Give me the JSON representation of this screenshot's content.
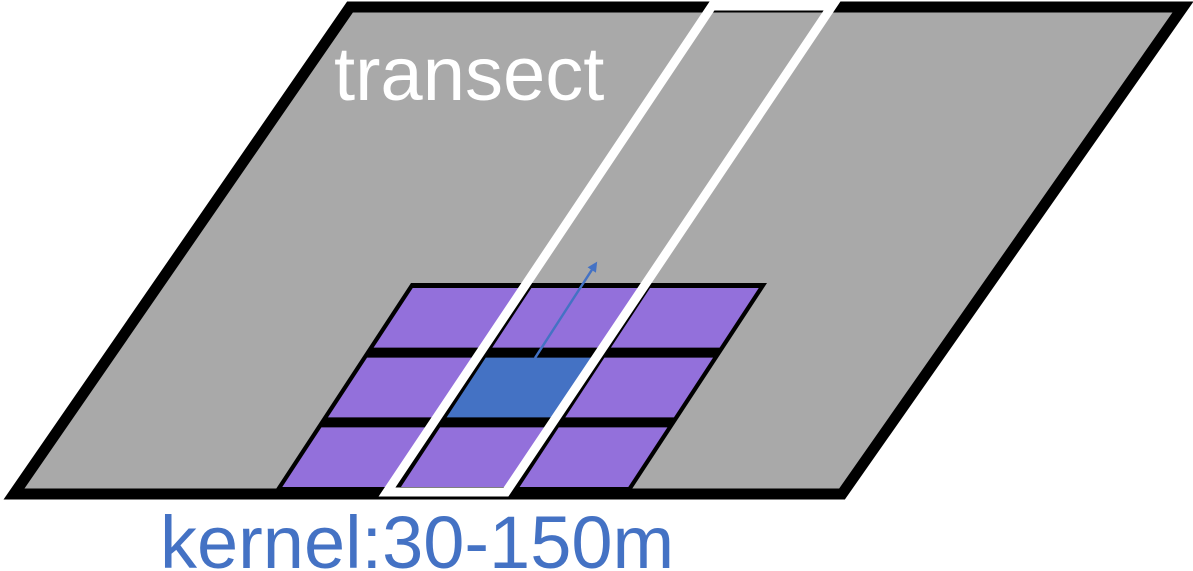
{
  "labels": {
    "transect": "transect",
    "kernel": "kernel:30-150m"
  },
  "colors": {
    "ground": "#a9a9a9",
    "outline": "#000000",
    "transect_outline": "#ffffff",
    "transect_text": "#ffffff",
    "kernel_cell": "#9370db",
    "center_cell": "#4472c4",
    "arrow": "#4472c4",
    "kernel_text": "#4472c4"
  },
  "kernel": {
    "rows": 3,
    "cols": 3,
    "center_row": 1,
    "center_col": 1
  },
  "icons": {
    "direction": "arrow-icon"
  }
}
